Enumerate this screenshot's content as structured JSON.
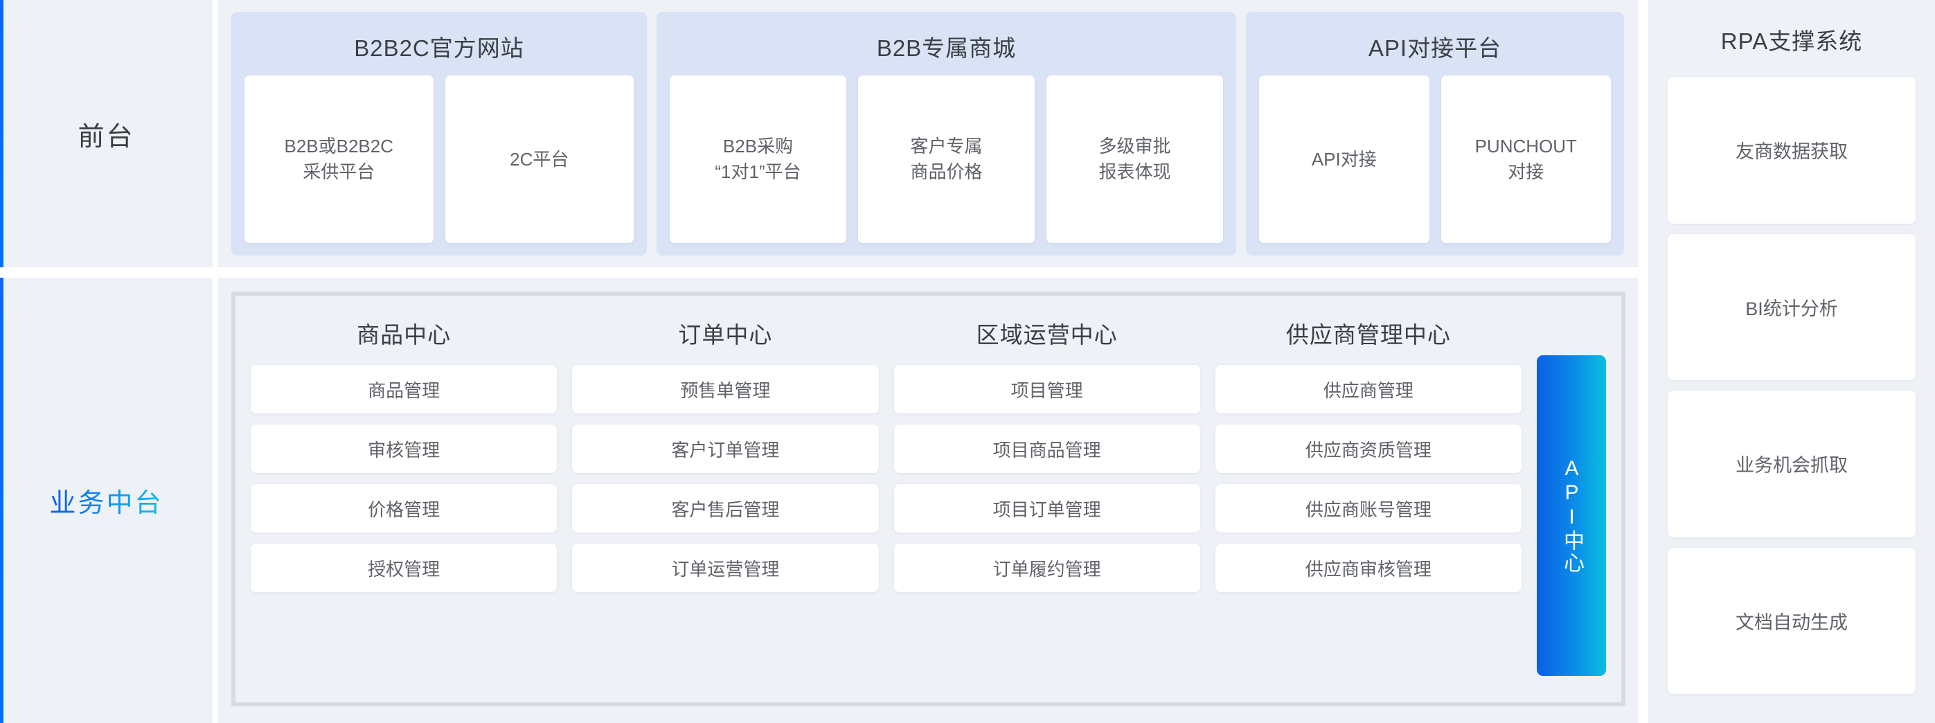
{
  "diagram": {
    "title_accent_color": "#0071f5",
    "panel_header_color": "#d9e3f5",
    "surface_color": "#eef1f6",
    "api_hub_gradient_from": "#0a5fe6",
    "api_hub_gradient_to": "#09bee1"
  },
  "stages": {
    "front": {
      "label": "前台"
    },
    "middle": {
      "label": "业务中台"
    }
  },
  "front_panels": [
    {
      "title": "B2B2C官方网站",
      "cards": [
        "B2B或B2B2C采供平台",
        "2C平台"
      ]
    },
    {
      "title": "B2B专属商城",
      "cards": [
        "B2B采购“1对1”平台",
        "客户专属商品价格",
        "多级审批报表体现"
      ]
    },
    {
      "title": "API对接平台",
      "cards": [
        "API对接",
        "PUNCHOUT对接"
      ]
    }
  ],
  "front_cards_lines": {
    "p0c0": [
      "B2B或B2B2C",
      "采供平台"
    ],
    "p0c1": [
      "2C平台"
    ],
    "p1c0": [
      "B2B采购",
      "“1对1”平台"
    ],
    "p1c1": [
      "客户专属",
      "商品价格"
    ],
    "p1c2": [
      "多级审批",
      "报表体现"
    ],
    "p2c0": [
      "API对接"
    ],
    "p2c1": [
      "PUNCHOUT",
      "对接"
    ]
  },
  "middle_columns": [
    {
      "title": "商品中心",
      "cards": [
        "商品管理",
        "审核管理",
        "价格管理",
        "授权管理"
      ]
    },
    {
      "title": "订单中心",
      "cards": [
        "预售单管理",
        "客户订单管理",
        "客户售后管理",
        "订单运营管理"
      ]
    },
    {
      "title": "区域运营中心",
      "cards": [
        "项目管理",
        "项目商品管理",
        "项目订单管理",
        "订单履约管理"
      ]
    },
    {
      "title": "供应商管理中心",
      "cards": [
        "供应商管理",
        "供应商资质管理",
        "供应商账号管理",
        "供应商审核管理"
      ]
    }
  ],
  "api_hub": {
    "label": "API中心"
  },
  "rpa": {
    "title": "RPA支撑系统",
    "cards": [
      "友商数据获取",
      "BI统计分析",
      "业务机会抓取",
      "文档自动生成"
    ]
  }
}
